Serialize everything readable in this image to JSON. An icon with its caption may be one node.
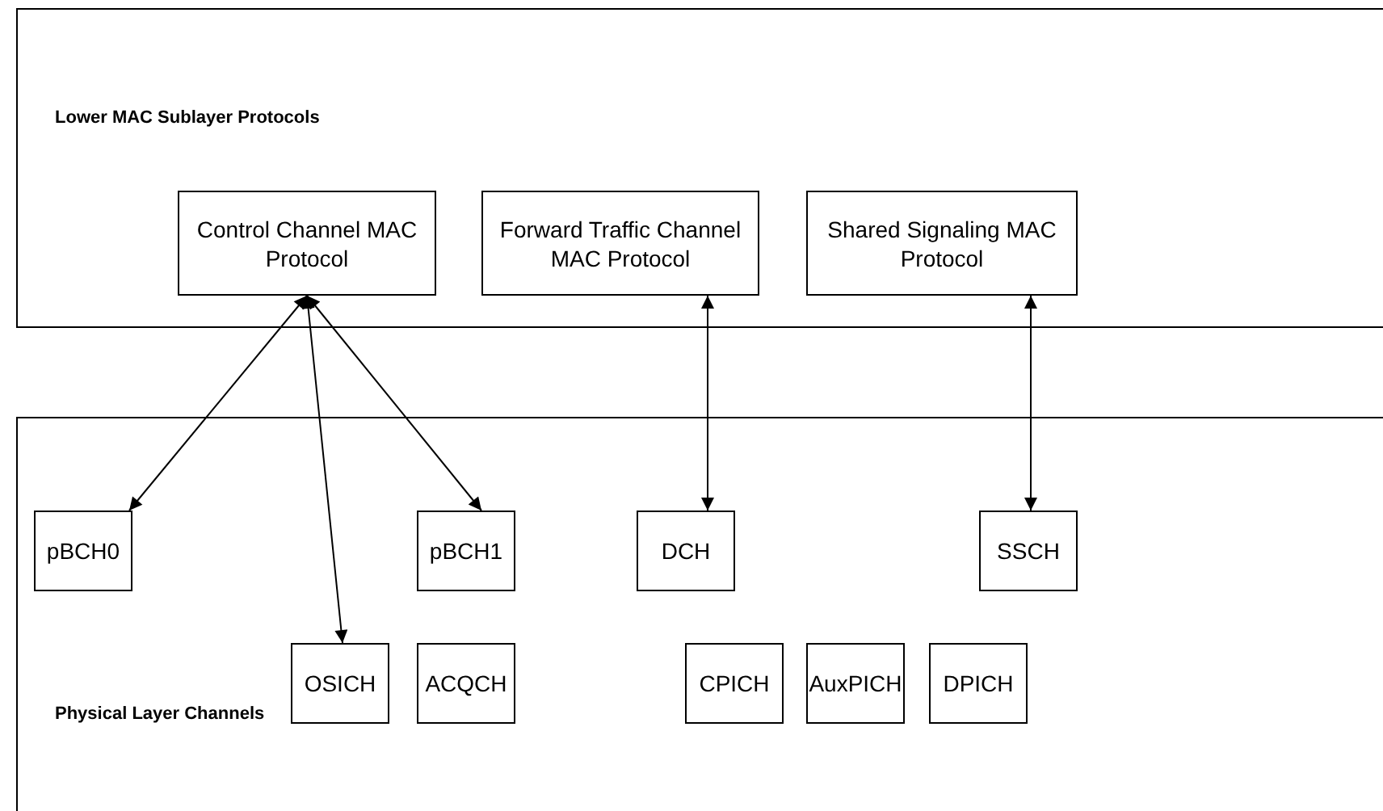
{
  "diagram": {
    "nodes": [
      {
        "text": [
          "Lower MAC Sublayer Protocols"
        ]
      },
      {
        "text": [
          "Control Channel MAC Protocol"
        ],
        "in": 0
      },
      {
        "text": [
          "Forward Traffic Channel MAC Protocol"
        ],
        "in": 0
      },
      {
        "text": [
          "Shared Signaling MAC Protocol"
        ],
        "in": 0
      },
      {
        "text": [
          "Physical Layer Channels"
        ]
      },
      {
        "text": [
          "pBCH0"
        ],
        "in": 4
      },
      {
        "text": [
          "pBCH1"
        ],
        "in": 4
      },
      {
        "text": [
          "DCH"
        ],
        "in": 4
      },
      {
        "text": [
          "SSCH"
        ],
        "in": 4
      },
      {
        "text": [
          "OSICH"
        ],
        "in": 4
      },
      {
        "text": [
          "ACQCH"
        ],
        "in": 4
      },
      {
        "text": [
          "CPICH"
        ],
        "in": 4
      },
      {
        "text": [
          "AuxPICH"
        ],
        "in": 4
      },
      {
        "text": [
          "DPICH"
        ],
        "in": 4
      }
    ],
    "edges": [
      {
        "from": 1,
        "to": 5,
        "arrow": "both"
      },
      {
        "from": 1,
        "to": 9,
        "arrow": "both"
      },
      {
        "from": 1,
        "to": 6,
        "arrow": "both"
      },
      {
        "from": 2,
        "to": 7,
        "arrow": "both"
      },
      {
        "from": 3,
        "to": 8,
        "arrow": "both"
      }
    ]
  }
}
